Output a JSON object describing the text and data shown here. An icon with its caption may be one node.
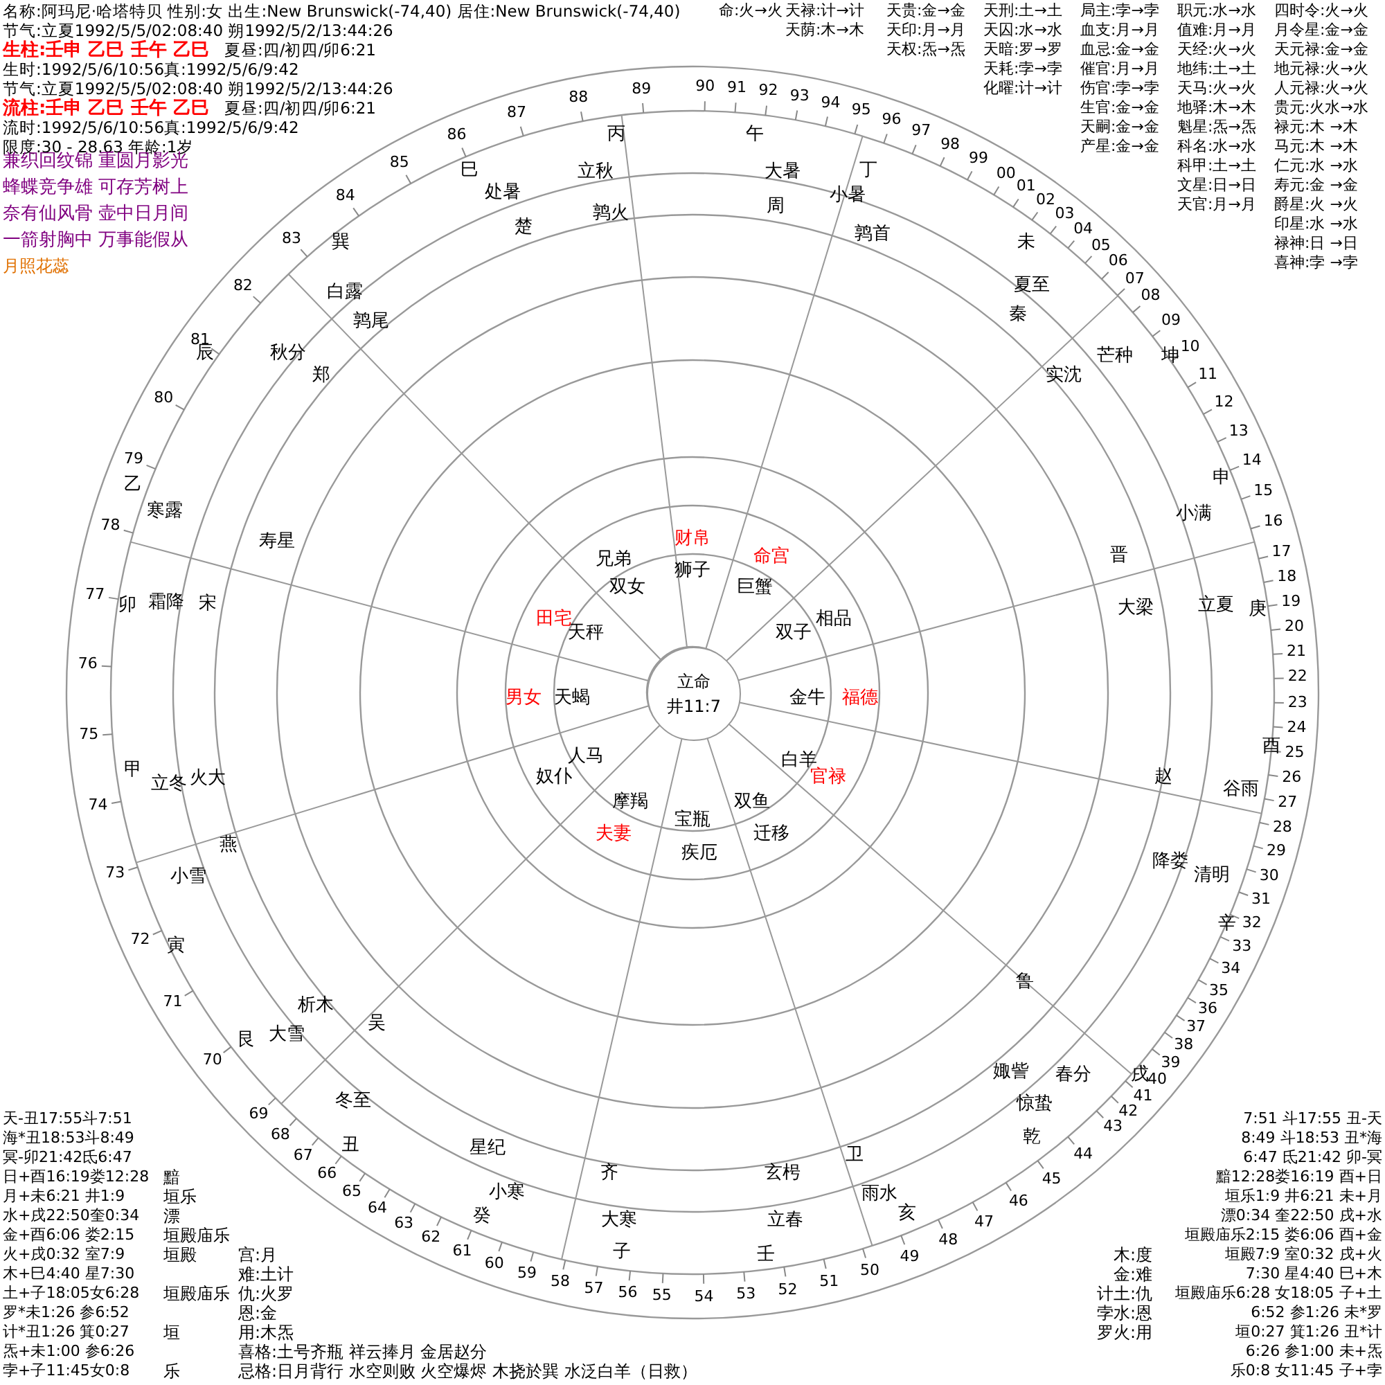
{
  "diagram": {
    "nodes": [
      {
        "text": [
          "立命",
          "井11:7"
        ]
      }
    ],
    "labels": [
      "名称:阿玛尼·哈塔特贝 性别:女 出生:New Brunswick(-74,40) 居住:New Brunswick(-74,40)",
      "节气:立夏1992/5/5/02:08:40 朔1992/5/2/13:44:26",
      "生柱:壬申 乙巳 壬午 乙巳",
      "夏昼:四/初四/卯6:21",
      "生时:1992/5/6/10:56真:1992/5/6/9:42",
      "节气:立夏1992/5/5/02:08:40 朔1992/5/2/13:44:26",
      "流柱:壬申 乙巳 壬午 乙巳",
      "夏昼:四/初四/卯6:21",
      "流时:1992/5/6/10:56真:1992/5/6/9:42",
      "限度:30 - 28.63 年龄:1岁",
      "兼织回纹锦 重圆月影光",
      "蜂蝶竞争雄 可存芳树上",
      "奈有仙风骨 壶中日月间",
      "一箭射胸中 万事能假从",
      "月照花蕊",
      "命:火→火",
      "天禄:计→计",
      "天贵:金→金",
      "天刑:土→土",
      "局主:孛→孛",
      "职元:水→水",
      "四时令:火→火",
      "天荫:木→木",
      "天印:月→月",
      "天囚:水→水",
      "血支:月→月",
      "值难:月→月",
      "月令星:金→金",
      "天权:炁→炁",
      "天暗:罗→罗",
      "血忌:金→金",
      "天经:火→火",
      "天元禄:金→金",
      "天耗:孛→孛",
      "催官:月→月",
      "地纬:土→土",
      "地元禄:火→火",
      "化曜:计→计",
      "伤官:孛→孛",
      "天马:火→火",
      "人元禄:火→火",
      "生官:金→金",
      "地驿:木→木",
      "贵元:火水→水",
      "天嗣:金→金",
      "魁星:炁→炁",
      "禄元:木 →木",
      "产星:金→金",
      "科名:水→水",
      "马元:木 →木",
      "科甲:土→土",
      "仁元:水 →水",
      "文星:日→日",
      "寿元:金 →金",
      "天官:月→月",
      "爵星:火 →火",
      "印星:水 →水",
      "禄神:日 →日",
      "喜神:孛 →孛",
      "丙",
      "立秋",
      "鹑火",
      "午",
      "大暑",
      "周",
      "丁",
      "小暑",
      "鹑首",
      "未",
      "夏至",
      "秦",
      "实沈",
      "芒种",
      "坤",
      "申",
      "小满",
      "晋",
      "大梁",
      "立夏",
      "庚",
      "酉",
      "谷雨",
      "赵",
      "辛",
      "清明",
      "降娄",
      "春分",
      "戌",
      "鲁",
      "娵訾",
      "惊蛰",
      "乾",
      "卫",
      "雨水",
      "亥",
      "玄枵",
      "立春",
      "壬",
      "齐",
      "大寒",
      "子",
      "星纪",
      "小寒",
      "癸",
      "冬至",
      "丑",
      "吴",
      "析木",
      "艮",
      "大雪",
      "燕",
      "小雪",
      "寅",
      "甲",
      "立冬",
      "火大",
      "卯",
      "霜降",
      "宋",
      "乙",
      "寒露",
      "寿星",
      "辰",
      "秋分",
      "郑",
      "鹑尾",
      "白露",
      "巽",
      "巳",
      "处暑",
      "楚",
      "00",
      "01",
      "02",
      "03",
      "04",
      "05",
      "06",
      "07",
      "08",
      "09",
      "10",
      "11",
      "12",
      "13",
      "14",
      "15",
      "16",
      "17",
      "18",
      "19",
      "20",
      "21",
      "22",
      "23",
      "24",
      "25",
      "26",
      "27",
      "28",
      "29",
      "30",
      "31",
      "32",
      "33",
      "34",
      "35",
      "36",
      "37",
      "38",
      "39",
      "40",
      "41",
      "42",
      "43",
      "44",
      "45",
      "64",
      "63",
      "62",
      "61",
      "60",
      "59",
      "58",
      "57",
      "56",
      "55",
      "54",
      "53",
      "52",
      "51",
      "50",
      "49",
      "48",
      "47",
      "46",
      "65",
      "66",
      "67",
      "68",
      "69",
      "70",
      "71",
      "72",
      "73",
      "74",
      "75",
      "76",
      "77",
      "78",
      "79",
      "80",
      "81",
      "82",
      "83",
      "84",
      "85",
      "86",
      "87",
      "88",
      "89",
      "90",
      "91",
      "92",
      "93",
      "94",
      "95",
      "96",
      "97",
      "98",
      "99",
      "狮子",
      "巨蟹",
      "双子",
      "金牛",
      "白羊",
      "双鱼",
      "宝瓶",
      "摩羯",
      "人马",
      "天蝎",
      "天秤",
      "双女",
      "财帛",
      "命宫",
      "相品",
      "福德",
      "官禄",
      "迁移",
      "疾厄",
      "夫妻",
      "奴仆",
      "男女",
      "田宅",
      "兄弟",
      "天-丑17:55斗7:51",
      "海*丑18:53斗8:49",
      "冥-卯21:42氐6:47",
      "日+酉16:19娄12:28",
      "黯",
      "月+未6:21 井1:9",
      "垣乐",
      "水+戌22:50奎0:34",
      "漂",
      "金+酉6:06 娄2:15",
      "垣殿庙乐",
      "火+戌0:32 室7:9",
      "垣殿",
      "木+巳4:40 星7:30",
      "土+子18:05女6:28",
      "垣殿庙乐",
      "罗*未1:26 参6:52",
      "计*丑1:26 箕0:27",
      "垣",
      "炁+未1:00 参6:26",
      "孛+子11:45女0:8",
      "乐",
      "宫:月",
      "难:土计",
      "仇:火罗",
      "恩:金",
      "用:木炁",
      "喜格:土号齐瓶 祥云捧月 金居赵分",
      "忌格:日月背行 水空则败 火空爆烬 木挠於巽 水泛白羊（日救）",
      "7:51 斗17:55 丑-天",
      "8:49 斗18:53 丑*海",
      "6:47 氐21:42 卯-冥",
      "黯12:28娄16:19 酉+日",
      "垣乐1:9 井6:21 未+月",
      "漂0:34 奎22:50 戌+水",
      "垣殿庙乐2:15 娄6:06 酉+金",
      "垣殿7:9 室0:32 戌+火",
      "7:30 星4:40 巳+木",
      "垣殿庙乐6:28 女18:05 子+土",
      "6:52 参1:26 未*罗",
      "垣0:27 箕1:26 丑*计",
      "6:26 参1:00 未+炁",
      "乐0:8 女11:45 子+孛",
      "木:度",
      "金:难",
      "计土:仇",
      "孛水:恩",
      "罗火:用"
    ]
  }
}
